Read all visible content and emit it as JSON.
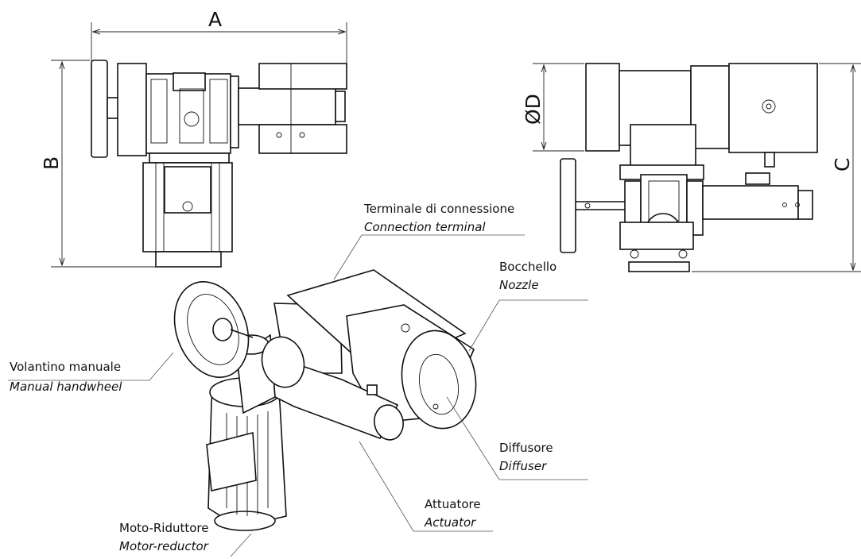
{
  "dimensions": {
    "a": "A",
    "b": "B",
    "c": "C",
    "d": "ØD"
  },
  "callouts": {
    "connection_terminal": {
      "it": "Terminale di connessione",
      "en": "Connection terminal"
    },
    "nozzle": {
      "it": "Bocchello",
      "en": "Nozzle"
    },
    "handwheel": {
      "it": "Volantino manuale",
      "en": "Manual handwheel"
    },
    "diffuser": {
      "it": "Diffusore",
      "en": "Diffuser"
    },
    "actuator": {
      "it": "Attuatore",
      "en": "Actuator"
    },
    "motor_reductor": {
      "it": "Moto-Riduttore",
      "en": "Motor-reductor"
    }
  }
}
